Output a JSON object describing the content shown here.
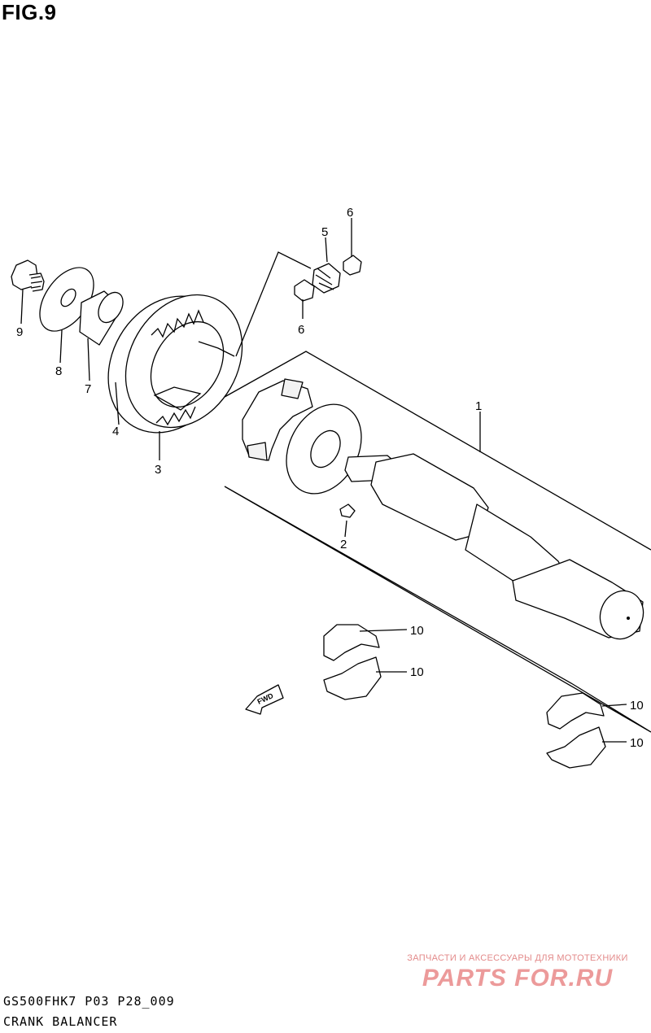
{
  "figure": {
    "title": "FIG.9",
    "model_code": "GS500FHK7  P03 P28_009",
    "section_title": "CRANK  BALANCER"
  },
  "callouts": {
    "c1": "1",
    "c2": "2",
    "c3": "3",
    "c4": "4",
    "c5": "5",
    "c6a": "6",
    "c6b": "6",
    "c7": "7",
    "c8": "8",
    "c9": "9",
    "c10a": "10",
    "c10b": "10",
    "c10c": "10",
    "c10d": "10"
  },
  "direction_arrow": "FWD",
  "watermark": {
    "top_line": "ЗАПЧАСТИ И АКСЕССУАРЫ ДЛЯ МОТОТЕХНИКИ",
    "logo": "PARTS FOR.RU"
  },
  "colors": {
    "line": "#000000",
    "watermark": "#ec9a9a"
  }
}
